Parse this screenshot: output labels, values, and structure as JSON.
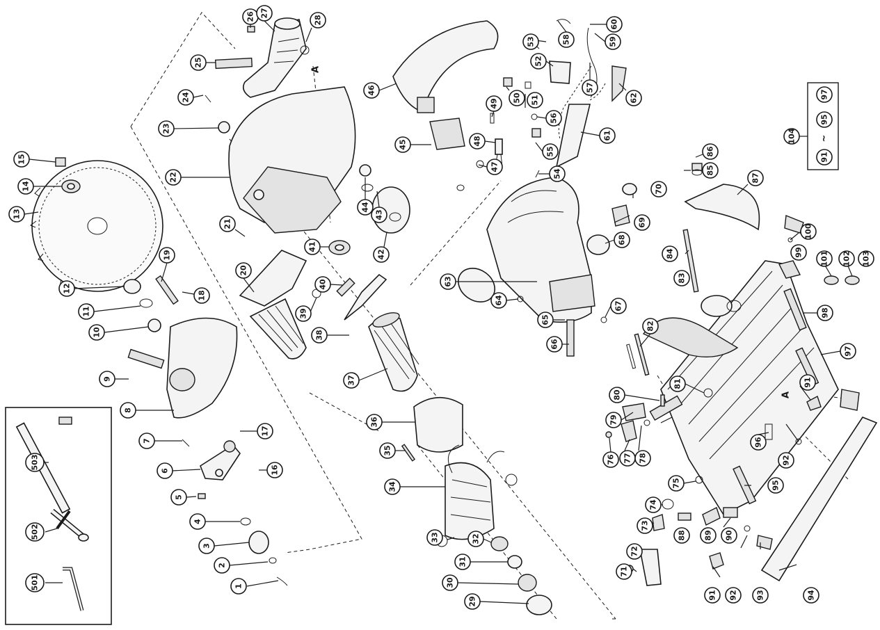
{
  "callouts": {
    "c1": "1",
    "c2": "2",
    "c3": "3",
    "c4": "4",
    "c5": "5",
    "c6": "6",
    "c7": "7",
    "c8": "8",
    "c9": "9",
    "c10": "10",
    "c11": "11",
    "c12": "12",
    "c13": "13",
    "c14": "14",
    "c15": "15",
    "c16": "16",
    "c17": "17",
    "c18": "18",
    "c19": "19",
    "c20": "20",
    "c21": "21",
    "c22": "22",
    "c23": "23",
    "c24": "24",
    "c25": "25",
    "c26": "26",
    "c27": "27",
    "c28": "28",
    "c29": "29",
    "c30": "30",
    "c31": "31",
    "c32": "32",
    "c33": "33",
    "c34": "34",
    "c35": "35",
    "c36": "36",
    "c37": "37",
    "c38": "38",
    "c39": "39",
    "c40": "40",
    "c41": "41",
    "c42": "42",
    "c43": "43",
    "c44": "44",
    "c45": "45",
    "c46": "46",
    "c47": "47",
    "c48": "48",
    "c49": "49",
    "c50": "50",
    "c51": "51",
    "c52": "52",
    "c53": "53",
    "c54": "54",
    "c55": "55",
    "c56": "56",
    "c57": "57",
    "c58": "58",
    "c59": "59",
    "c60": "60",
    "c61": "61",
    "c62": "62",
    "c63": "63",
    "c64": "64",
    "c65": "65",
    "c66": "66",
    "c67": "67",
    "c68": "68",
    "c69": "69",
    "c70": "70",
    "c71": "71",
    "c72": "72",
    "c73": "73",
    "c74": "74",
    "c75": "75",
    "c76": "76",
    "c77": "77",
    "c78": "78",
    "c79": "79",
    "c80": "80",
    "c81": "81",
    "c82": "82",
    "c83": "83",
    "c84": "84",
    "c85": "85",
    "c86": "86",
    "c87": "87",
    "c88": "88",
    "c89": "89",
    "c90": "90",
    "c91a": "91",
    "c91b": "91",
    "c92a": "92",
    "c92b": "92",
    "c93": "93",
    "c94": "94",
    "c95": "95",
    "c96": "96",
    "c97": "97",
    "c98": "98",
    "c99": "99",
    "c100": "100",
    "c101": "101",
    "c102": "102",
    "c103": "103",
    "c104": "104",
    "c501": "501",
    "c502": "502",
    "c503": "503"
  },
  "kit_box": {
    "first": "91",
    "tilde": "~",
    "middle": "95",
    "last": "97"
  },
  "markers": {
    "a_top": "A",
    "a_base": "A"
  }
}
